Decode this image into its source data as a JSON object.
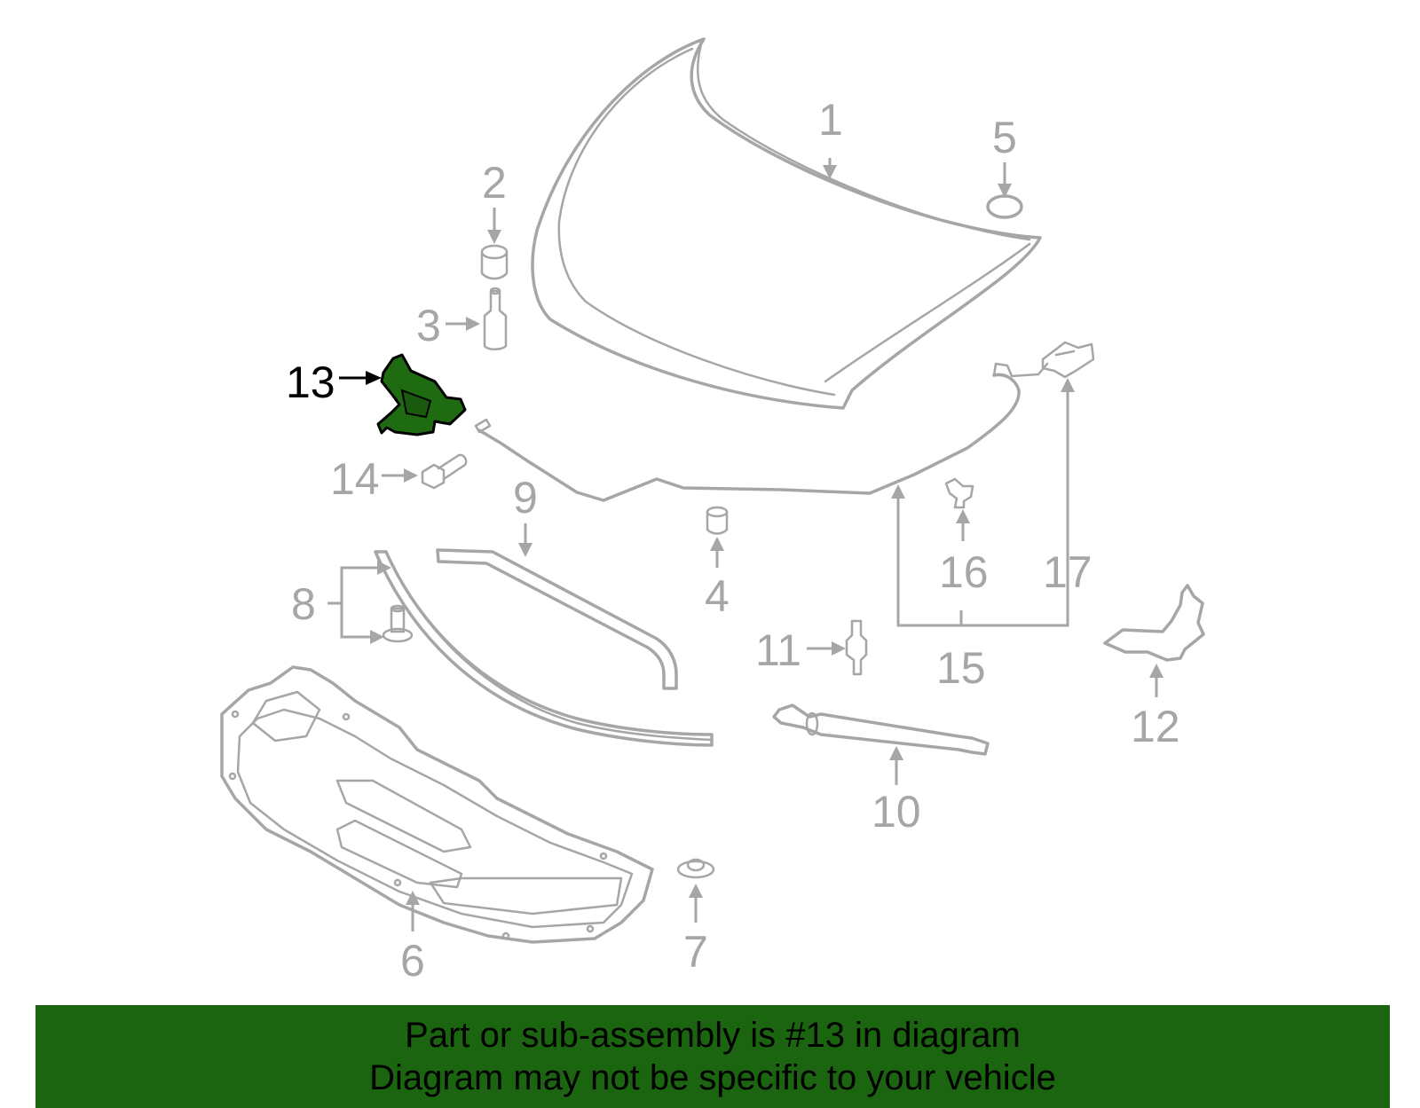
{
  "diagram": {
    "highlight_color": "#1e6b12",
    "line_color": "#a6a6a6",
    "callouts": {
      "c1": "1",
      "c2": "2",
      "c3": "3",
      "c4": "4",
      "c5": "5",
      "c6": "6",
      "c7": "7",
      "c8": "8",
      "c9": "9",
      "c10": "10",
      "c11": "11",
      "c12": "12",
      "c13": "13",
      "c14": "14",
      "c15": "15",
      "c16": "16",
      "c17": "17"
    }
  },
  "banner": {
    "line1": "Part or sub-assembly is #13 in diagram",
    "line2": "Diagram may not be specific to your vehicle",
    "background": "#1c6510"
  }
}
